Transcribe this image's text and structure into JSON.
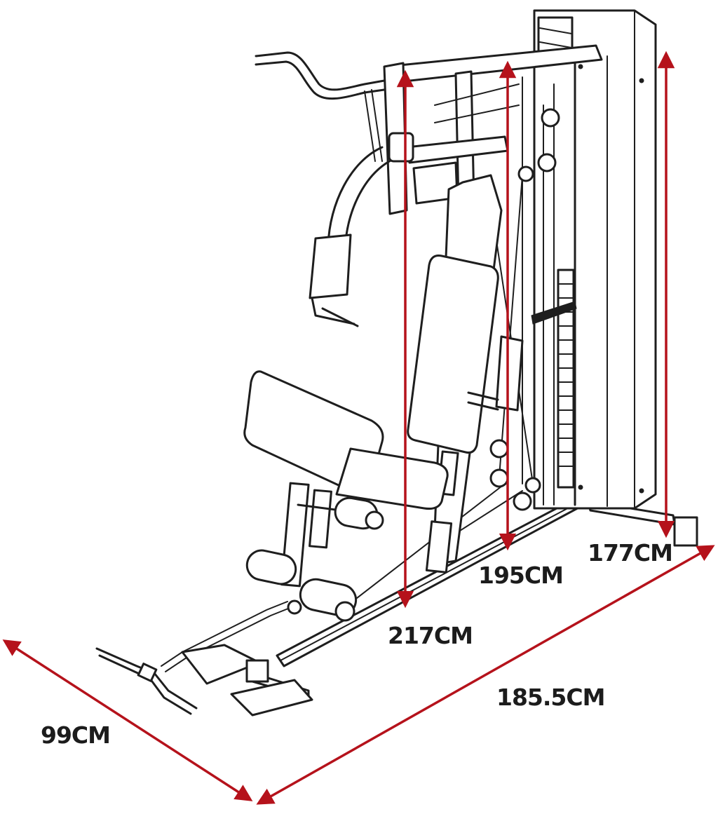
{
  "diagram": {
    "accent_color": "#b5121b",
    "line_color": "#1e1e1e",
    "dimensions": {
      "total_height": "217CM",
      "frame_height": "195CM",
      "tower_height": "177CM",
      "length": "185.5CM",
      "width": "99CM"
    }
  }
}
